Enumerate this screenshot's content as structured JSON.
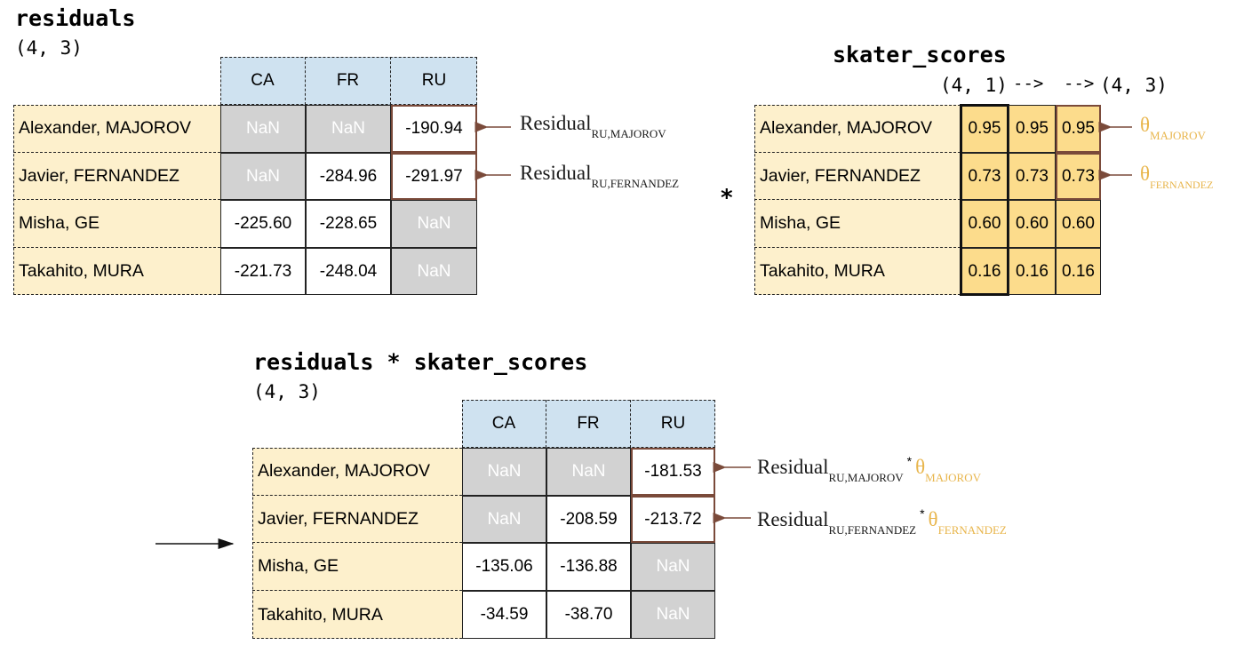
{
  "colors": {
    "header_bg": "#cfe2f0",
    "label_bg": "#fdf0cc",
    "nan_bg": "#d2d2d2",
    "score_bg": "#fcdc8c",
    "highlight_border": "#7a4a3a",
    "theta": "#e8b54b"
  },
  "residuals": {
    "title": "residuals",
    "shape": "(4, 3)",
    "columns": [
      "CA",
      "FR",
      "RU"
    ],
    "rows": [
      {
        "label": "Alexander, MAJOROV",
        "values": [
          "NaN",
          "NaN",
          "-190.94"
        ]
      },
      {
        "label": "Javier, FERNANDEZ",
        "values": [
          "NaN",
          "-284.96",
          "-291.97"
        ]
      },
      {
        "label": "Misha, GE",
        "values": [
          "-225.60",
          "-228.65",
          "NaN"
        ]
      },
      {
        "label": "Takahito, MURA",
        "values": [
          "-221.73",
          "-248.04",
          "NaN"
        ]
      }
    ],
    "annotations": [
      {
        "base": "Residual",
        "sub": "RU,MAJOROV"
      },
      {
        "base": "Residual",
        "sub": "RU,FERNANDEZ"
      }
    ]
  },
  "operator": "*",
  "skater_scores": {
    "title": "skater_scores",
    "shape_from": "(4, 1)",
    "shape_arrow_1": "-->",
    "shape_arrow_2": "-->",
    "shape_to": "(4, 3)",
    "rows": [
      {
        "label": "Alexander, MAJOROV",
        "values": [
          "0.95",
          "0.95",
          "0.95"
        ]
      },
      {
        "label": "Javier, FERNANDEZ",
        "values": [
          "0.73",
          "0.73",
          "0.73"
        ]
      },
      {
        "label": "Misha, GE",
        "values": [
          "0.60",
          "0.60",
          "0.60"
        ]
      },
      {
        "label": "Takahito, MURA",
        "values": [
          "0.16",
          "0.16",
          "0.16"
        ]
      }
    ],
    "annotations": [
      {
        "base": "θ",
        "sub": "MAJOROV"
      },
      {
        "base": "θ",
        "sub": "FERNANDEZ"
      }
    ]
  },
  "result": {
    "title": "residuals * skater_scores",
    "shape": "(4, 3)",
    "columns": [
      "CA",
      "FR",
      "RU"
    ],
    "rows": [
      {
        "label": "Alexander, MAJOROV",
        "values": [
          "NaN",
          "NaN",
          "-181.53"
        ]
      },
      {
        "label": "Javier, FERNANDEZ",
        "values": [
          "NaN",
          "-208.59",
          "-213.72"
        ]
      },
      {
        "label": "Misha, GE",
        "values": [
          "-135.06",
          "-136.88",
          "NaN"
        ]
      },
      {
        "label": "Takahito, MURA",
        "values": [
          "-34.59",
          "-38.70",
          "NaN"
        ]
      }
    ],
    "annotations": [
      {
        "res_base": "Residual",
        "res_sub": "RU,MAJOROV",
        "star": "*",
        "theta_base": "θ",
        "theta_sub": "MAJOROV"
      },
      {
        "res_base": "Residual",
        "res_sub": "RU,FERNANDEZ",
        "star": "*",
        "theta_base": "θ",
        "theta_sub": "FERNANDEZ"
      }
    ]
  }
}
